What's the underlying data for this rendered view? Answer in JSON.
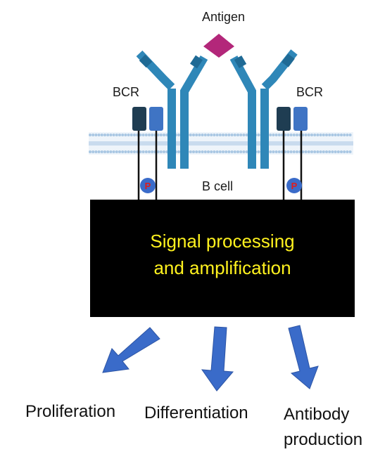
{
  "labels": {
    "antigen": "Antigen",
    "bcr_left": "BCR",
    "bcr_right": "BCR",
    "b_cell": "B cell",
    "phospho_left": "P",
    "phospho_right": "P"
  },
  "signal_box": {
    "text": "Signal processing\nand amplification"
  },
  "outcomes": {
    "proliferation": "Proliferation",
    "differentiation": "Differentiation",
    "antibody_production": "Antibody\nproduction"
  },
  "colors": {
    "antibody": "#2f87b8",
    "antigen": "#b3277a",
    "membrane": "#a9c7e3",
    "signal_box": "#000000",
    "signal_text": "#fff21e",
    "arrow": "#3a6bc9",
    "phospho_circle": "#3a6bc9",
    "phospho_text": "#e01b1b",
    "bcr_dark": "#1f3d52",
    "bcr_light": "#3f74c4"
  },
  "icons": [
    "antibody-icon",
    "antigen-icon",
    "membrane-icon",
    "arrow-icon"
  ]
}
